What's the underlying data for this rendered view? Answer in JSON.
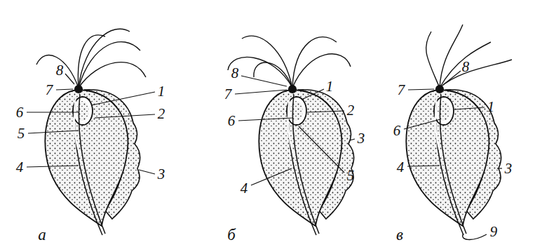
{
  "diagram": {
    "labels": [
      "8",
      "7",
      "1",
      "6",
      "2",
      "5",
      "3",
      "4",
      "а",
      "8",
      "7",
      "1",
      "2",
      "6",
      "3",
      "5",
      "4",
      "б",
      "8",
      "7",
      "1",
      "6",
      "3",
      "4",
      "9",
      "в"
    ]
  }
}
